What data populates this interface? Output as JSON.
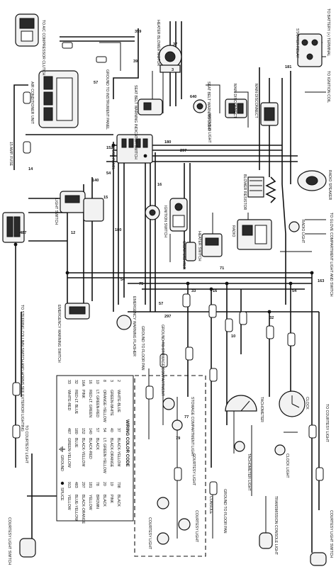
{
  "labels": {
    "compressor_clutch": "TO A/C COMPRESSOR CLUTCH",
    "heater_blower_motor": "HEATER BLOWER MOTOR",
    "ground_to_instrument_panel": "GROUND TO INSTRUMENT PANEL",
    "air_conditioner_unit": "AIR CONDITIONER UNIT",
    "fuse_15amp": "15 AMP. FUSE",
    "seat_belt_indicator_switch": "SEAT BELT WARNING INDICATOR SWITCH",
    "seat_belt_warning_light": "SEAT BELT WARNING LIGHT",
    "fuse_panel": "FUSE PANEL",
    "main_disconnect_1": "MAIN DISCONNECT",
    "main_disconnect_2": "MAIN DISCONNECT",
    "starter_relay": "STARTER RELAY",
    "to_battery_terminal": "TO BATTERY (+) TERMINAL",
    "to_ignition_coil": "TO IGNITION COIL",
    "blower_resistor": "BLOWER RESISTOR",
    "radio_speaker": "RADIO SPEAKER",
    "radio": "RADIO",
    "radio_light": "RADIO LIGHT",
    "to_glove_compartment": "TO GLOVE COMPARTMENT LIGHT AND SWITCH",
    "light_switch": "LIGHT SWITCH",
    "ignition_switch": "IGNITION SWITCH",
    "heater_switch": "HEATER SWITCH",
    "cigar_lighter": "CIGAR LIGHTER",
    "emergency_warning_flasher": "EMERGENCY WARNING FLASHER",
    "emergency_warning_switch": "EMERGENCY WARNING SWITCH",
    "to_steering_column": "TO STEERING COLUMN SWITCH AND HORNS SEE EXTERIOR LIGHTING",
    "ground_to_stowage": "GROUND TO STOWAGE COMPARTMENT",
    "ground_to_floor_pan_1": "GROUND TO FLOOR PAN",
    "stowage_compartment_light": "STOWAGE COMPARTMENT LIGHT",
    "courtesy_light_1": "COURTESY LIGHT",
    "courtesy_light_2": "COURTESY LIGHT",
    "courtesy_light_3": "COURTESY LIGHT",
    "console": "CONSOLE",
    "ground_to_floor_pan_2": "GROUND TO FLOOR PAN",
    "transmission_console_light": "TRANSMISSION CONSOLE LIGHT",
    "tachometer": "TACHOMETER",
    "tachometer_light": "TACHOMETER LIGHT",
    "clock": "CLOCK",
    "clock_light": "CLOCK LIGHT",
    "to_courtesy_light_left": "TO COURTESY LIGHT",
    "to_courtesy_light_right": "TO COURTESY LIGHT",
    "courtesy_light_switch_left": "COURTESY LIGHT SWITCH",
    "courtesy_light_switch_right": "COURTESY LIGHT SWITCH",
    "warning_light": "WARNING LIGHT"
  },
  "circuit_numbers": [
    "359",
    "37",
    "57",
    "14",
    "152",
    "180",
    "640",
    "297",
    "54",
    "16",
    "140",
    "15",
    "487",
    "12",
    "180",
    "71",
    "75",
    "54",
    "57",
    "297",
    "33",
    "16",
    "32",
    "10",
    "54",
    "3",
    "39",
    "181",
    "77",
    "79",
    "163"
  ],
  "legend": {
    "title": "WIRING COLOR CODE",
    "rows": [
      [
        "2",
        "WHITE-BLUE",
        "37",
        "BLACK-YELLOW",
        "708",
        "BLACK"
      ],
      [
        "3",
        "GREEN-WHITE",
        "40",
        "BLACK-ORANGE",
        "19",
        "PINK"
      ],
      [
        "8",
        "ORANGE-YELLOW",
        "54",
        "LT. GREEN-YELLOW",
        "20",
        "BLACK"
      ],
      [
        "10",
        "LT. GREEN-RED",
        "57",
        "BLACK",
        "78",
        "BROWN"
      ],
      [
        "16",
        "RED-LT. GREEN",
        "140",
        "BLACK-RED",
        "181",
        "YELLOW"
      ],
      [
        "16A",
        "PINK",
        "152",
        "BLACK-YELLOW",
        "297",
        "BLACK-ORANGE"
      ],
      [
        "32",
        "RED-LT. BLUE",
        "180",
        "BLUE",
        "483",
        "BLUE-YELLOW"
      ],
      [
        "33",
        "WHITE-RED",
        "487",
        "GREEN-YELLOW",
        "913",
        "YELLOW"
      ]
    ],
    "symbols": [
      "SPLICE",
      "GROUND"
    ]
  }
}
